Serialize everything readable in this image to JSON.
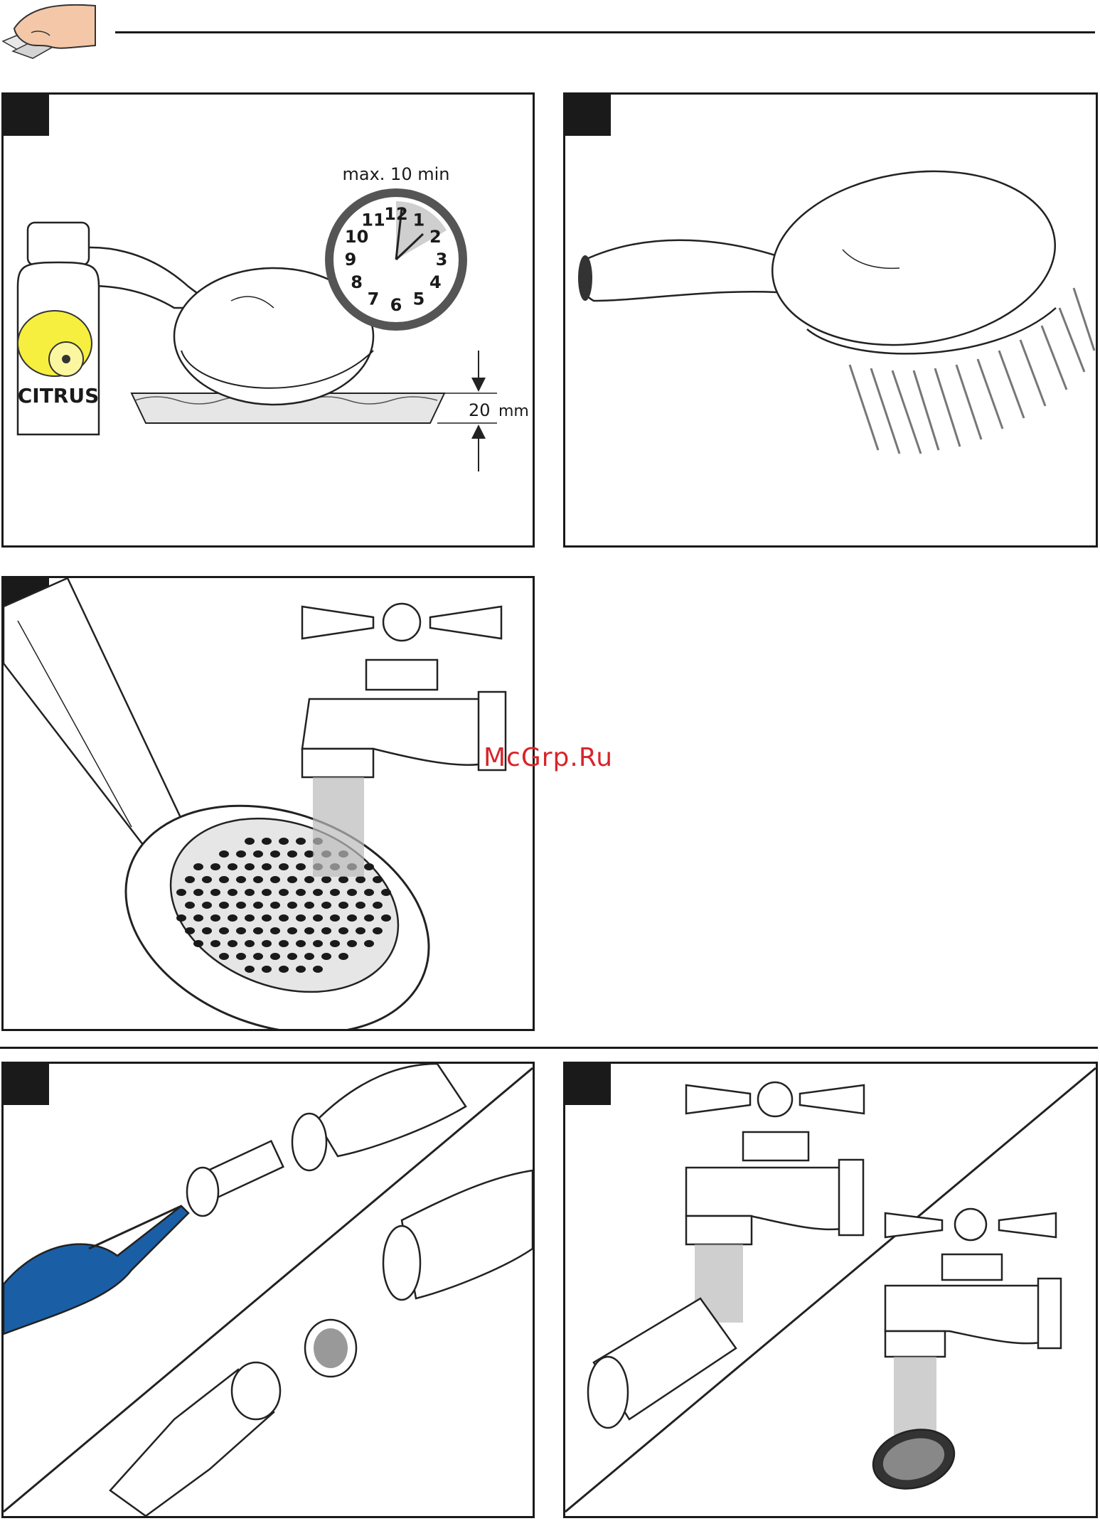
{
  "panel1": {
    "duration_label": "max. 10 min",
    "bottle_label": "CITRUS",
    "depth_value": "20",
    "depth_unit": "mm",
    "clock_numbers": [
      "12",
      "1",
      "2",
      "3",
      "4",
      "5",
      "6",
      "7",
      "8",
      "9",
      "10",
      "11"
    ]
  },
  "watermark": "McGrp.Ru"
}
